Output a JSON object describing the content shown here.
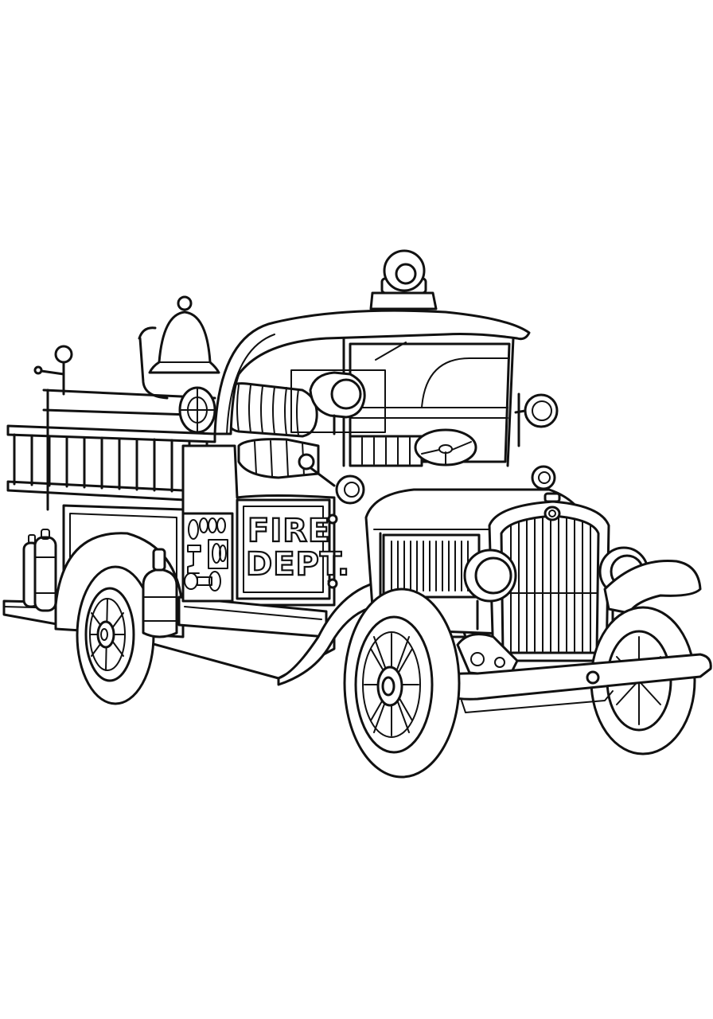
{
  "image": {
    "kind": "coloring-page line art",
    "subject": "vintage fire truck",
    "background_color": "#ffffff",
    "line_color": "#111111"
  },
  "truck": {
    "side_panel": {
      "line1": "FIRE",
      "line2": "DEPT."
    }
  }
}
